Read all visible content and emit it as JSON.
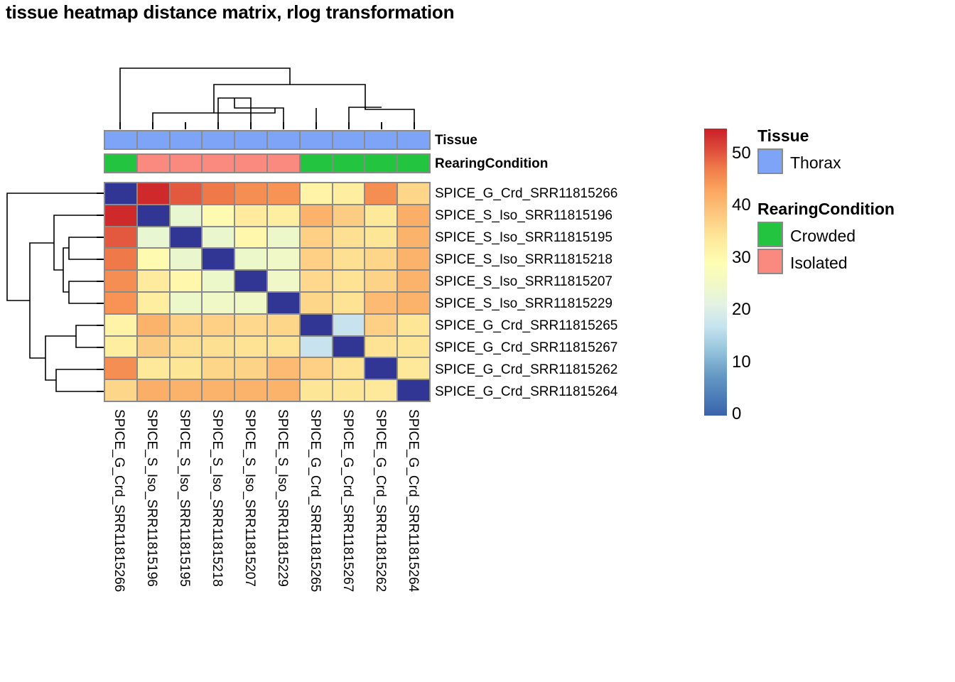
{
  "title": "tissue heatmap distance matrix, rlog transformation",
  "annotations": {
    "tissue_label": "Tissue",
    "rearing_label": "RearingCondition",
    "tissue_values": [
      "Thorax",
      "Thorax",
      "Thorax",
      "Thorax",
      "Thorax",
      "Thorax",
      "Thorax",
      "Thorax",
      "Thorax",
      "Thorax"
    ],
    "rearing_values": [
      "Crowded",
      "Isolated",
      "Isolated",
      "Isolated",
      "Isolated",
      "Isolated",
      "Crowded",
      "Crowded",
      "Crowded",
      "Crowded"
    ]
  },
  "legends": {
    "tissue": {
      "title": "Tissue",
      "items": [
        {
          "label": "Thorax",
          "color": "#7ea4f7"
        }
      ]
    },
    "rearing": {
      "title": "RearingCondition",
      "items": [
        {
          "label": "Crowded",
          "color": "#22c440"
        },
        {
          "label": "Isolated",
          "color": "#fa8a80"
        }
      ]
    }
  },
  "colorbar": {
    "ticks": [
      0,
      10,
      20,
      30,
      40,
      50
    ],
    "vmin": 0,
    "vmax": 55,
    "colormap": "RdYlBu-reversed"
  },
  "chart_data": {
    "type": "heatmap",
    "title": "tissue heatmap distance matrix, rlog transformation",
    "xlabel": "",
    "ylabel": "",
    "zlabel": "",
    "grid": true,
    "legend_position": "right",
    "vmin": 0,
    "vmax": 55,
    "colormap": "RdYlBu-reversed",
    "row_labels": [
      "SPICE_G_Crd_SRR11815266",
      "SPICE_S_Iso_SRR11815196",
      "SPICE_S_Iso_SRR11815195",
      "SPICE_S_Iso_SRR11815218",
      "SPICE_S_Iso_SRR11815207",
      "SPICE_S_Iso_SRR11815229",
      "SPICE_G_Crd_SRR11815265",
      "SPICE_G_Crd_SRR11815267",
      "SPICE_G_Crd_SRR11815262",
      "SPICE_G_Crd_SRR11815264"
    ],
    "col_labels": [
      "SPICE_G_Crd_SRR11815266",
      "SPICE_S_Iso_SRR11815196",
      "SPICE_S_Iso_SRR11815195",
      "SPICE_S_Iso_SRR11815218",
      "SPICE_S_Iso_SRR11815207",
      "SPICE_S_Iso_SRR11815229",
      "SPICE_G_Crd_SRR11815265",
      "SPICE_G_Crd_SRR11815267",
      "SPICE_G_Crd_SRR11815262",
      "SPICE_G_Crd_SRR11815264"
    ],
    "values": [
      [
        0.0,
        54.0,
        50.0,
        47.5,
        45.5,
        45.0,
        31.5,
        32.5,
        45.5,
        36.5
      ],
      [
        54.0,
        0.0,
        24.0,
        30.0,
        33.0,
        32.5,
        41.5,
        38.0,
        33.5,
        42.0
      ],
      [
        50.0,
        24.0,
        0.0,
        24.5,
        30.5,
        25.0,
        37.5,
        35.0,
        34.0,
        41.5
      ],
      [
        47.5,
        30.0,
        24.5,
        0.0,
        25.0,
        25.5,
        37.5,
        35.0,
        36.5,
        41.5
      ],
      [
        45.5,
        33.0,
        30.5,
        25.0,
        0.0,
        25.5,
        36.0,
        34.5,
        37.0,
        41.5
      ],
      [
        45.0,
        32.5,
        25.0,
        25.5,
        25.5,
        0.0,
        36.5,
        34.5,
        40.5,
        41.5
      ],
      [
        31.5,
        41.5,
        37.5,
        37.5,
        36.0,
        36.5,
        0.0,
        18.5,
        37.5,
        34.0
      ],
      [
        32.5,
        38.0,
        35.0,
        35.0,
        34.5,
        34.5,
        18.5,
        0.0,
        34.5,
        34.0
      ],
      [
        45.5,
        33.5,
        34.0,
        36.5,
        37.0,
        40.5,
        37.5,
        34.5,
        0.0,
        33.5
      ],
      [
        36.5,
        42.0,
        41.5,
        41.5,
        41.5,
        41.5,
        34.0,
        34.0,
        33.5,
        0.0
      ]
    ]
  },
  "dendrograms": {
    "columns": {
      "orientation": "top",
      "leaf_order": [
        0,
        1,
        2,
        3,
        4,
        5,
        6,
        7,
        8,
        9
      ]
    },
    "rows": {
      "orientation": "left",
      "leaf_order": [
        0,
        1,
        2,
        3,
        4,
        5,
        6,
        7,
        8,
        9
      ]
    }
  }
}
